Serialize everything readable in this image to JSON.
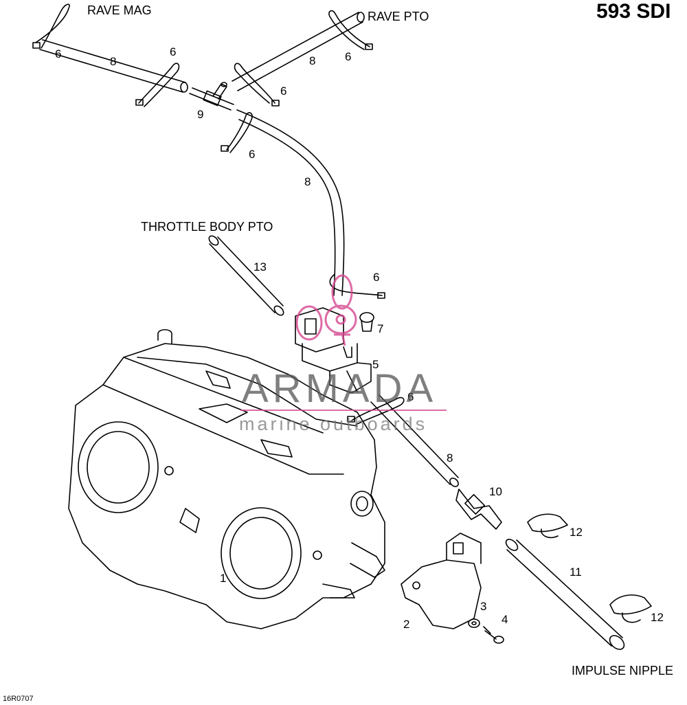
{
  "diagram": {
    "model_title": "593 SDI",
    "reference_code": "16R0707",
    "labels": {
      "rave_mag": "RAVE MAG",
      "rave_pto": "RAVE PTO",
      "throttle_body_pto": "THROTTLE BODY PTO",
      "impulse_nipple": "IMPULSE NIPPLE"
    },
    "callouts": {
      "c1": "1",
      "c2": "2",
      "c3": "3",
      "c4": "4",
      "c5": "5",
      "c6a": "6",
      "c6b": "6",
      "c6c": "6",
      "c6d": "6",
      "c6e": "6",
      "c6f": "6",
      "c6g": "6",
      "c7": "7",
      "c8a": "8",
      "c8b": "8",
      "c8c": "8",
      "c8d": "8",
      "c9": "9",
      "c10": "10",
      "c11": "11",
      "c12a": "12",
      "c12b": "12",
      "c13": "13"
    },
    "watermark": {
      "brand": "ARMADA",
      "tagline": "marine outboards",
      "color": "#d6478f"
    }
  }
}
